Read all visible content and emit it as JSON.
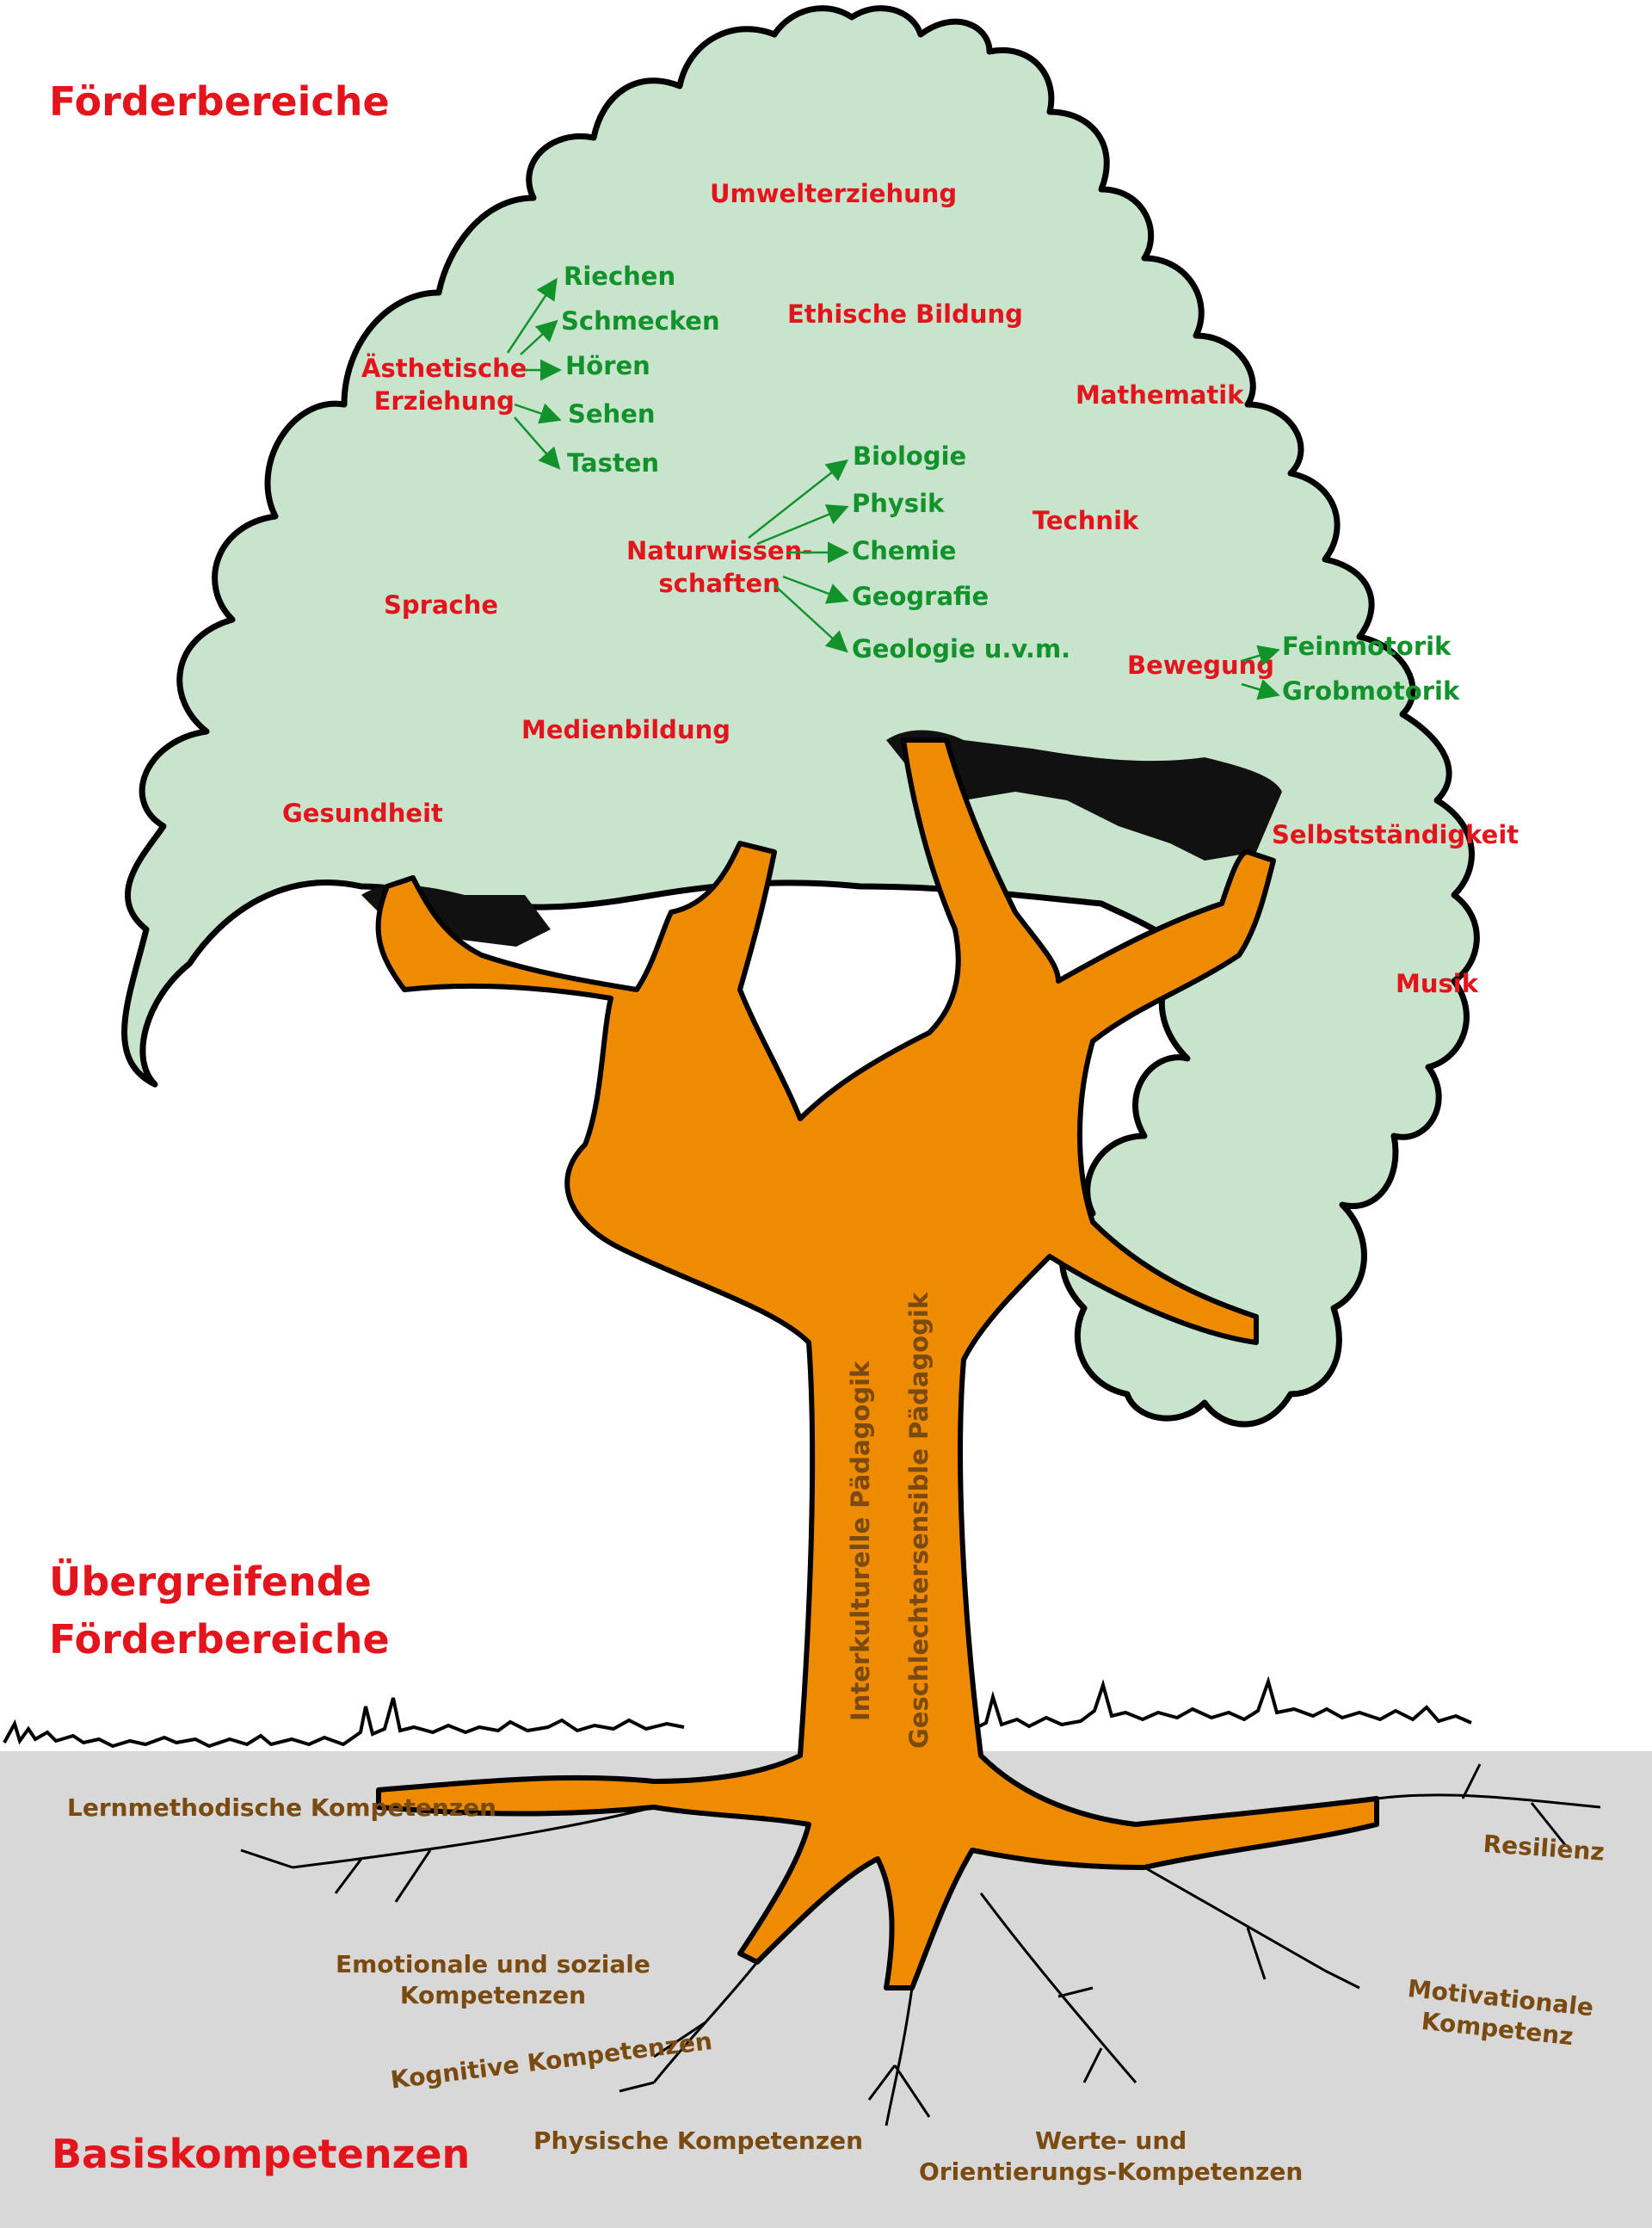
{
  "colors": {
    "canopy": "#c9e4cc",
    "trunk": "#ef8b00",
    "ground": "#d8d8d8",
    "section_title": "#e3141b",
    "area_label": "#e3141b",
    "sub_label": "#12922a",
    "root_label": "#7a4a10",
    "outline": "#000000"
  },
  "sections": {
    "foerderbereiche": "Förderbereiche",
    "uebergreifend_1": "Übergreifende",
    "uebergreifend_2": "Förderbereiche",
    "basis": "Basiskompetenzen"
  },
  "areas": {
    "umwelt": "Umwelterziehung",
    "ethik": "Ethische Bildung",
    "mathe": "Mathematik",
    "technik": "Technik",
    "aesthetik_1": "Ästhetische",
    "aesthetik_2": "Erziehung",
    "natur_1": "Naturwissen-",
    "natur_2": "schaften",
    "sprache": "Sprache",
    "medien": "Medienbildung",
    "gesundheit": "Gesundheit",
    "bewegung": "Bewegung",
    "selbst": "Selbstständigkeit",
    "musik": "Musik"
  },
  "senses": [
    "Riechen",
    "Schmecken",
    "Hören",
    "Sehen",
    "Tasten"
  ],
  "sciences": [
    "Biologie",
    "Physik",
    "Chemie",
    "Geografie",
    "Geologie u.v.m."
  ],
  "motor": [
    "Feinmotorik",
    "Grobmotorik"
  ],
  "trunk": {
    "interkulturell": "Interkulturelle Pädagogik",
    "geschlecht": "Geschlechtersensible Pädagogik"
  },
  "roots": {
    "lern": "Lernmethodische Kompetenzen",
    "emo_1": "Emotionale und soziale",
    "emo_2": "Kompetenzen",
    "kog": "Kognitive Kompetenzen",
    "phys": "Physische Kompetenzen",
    "werte_1": "Werte- und",
    "werte_2": "Orientierungs-Kompetenzen",
    "resilienz": "Resilienz",
    "motiv_1": "Motivationale",
    "motiv_2": "Kompetenz"
  }
}
